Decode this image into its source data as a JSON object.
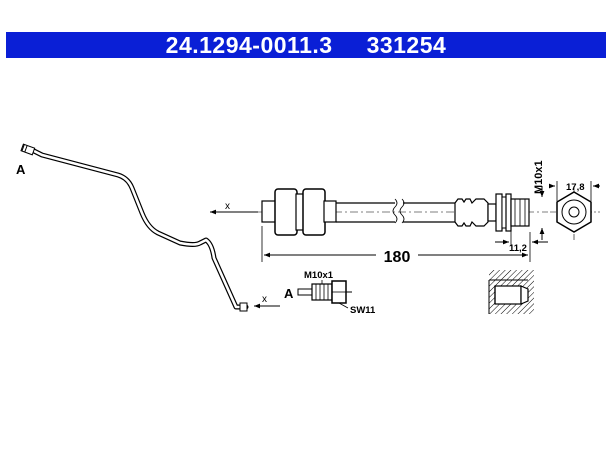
{
  "header": {
    "part_number": "24.1294-0011.3",
    "ref_number": "331254",
    "bg_color": "#0a1fd6"
  },
  "labels": {
    "detail_a_top": "A",
    "detail_a_bottom": "A",
    "x_main": "x",
    "x_pipe": "x",
    "thread_vertical": "M10x1",
    "thread_fitting": "M10x1",
    "wrench_size": "SW11",
    "hex_width": "17,8",
    "fitting_length": "11,2",
    "total_length": "180"
  }
}
